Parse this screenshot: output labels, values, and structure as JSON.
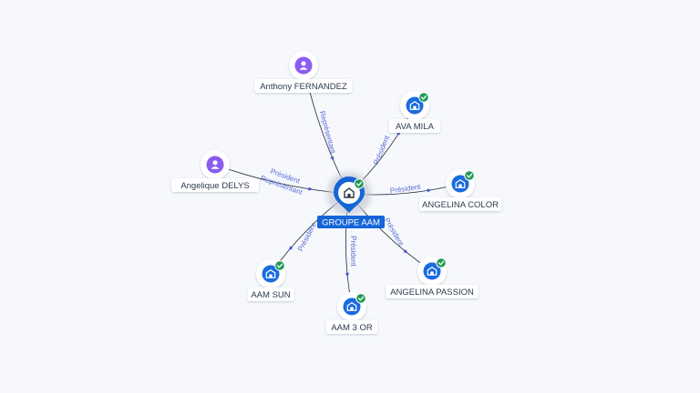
{
  "center": {
    "label": "GROUPE AAM",
    "icon": "building-icon",
    "verified": true
  },
  "nodes": [
    {
      "id": "anthony",
      "label": "Anthony FERNANDEZ",
      "type": "person",
      "icon": "person-icon"
    },
    {
      "id": "angelique",
      "label": "Angelique DELYS",
      "type": "person",
      "icon": "person-icon"
    },
    {
      "id": "ava",
      "label": "AVA MILA",
      "type": "company",
      "icon": "building-icon",
      "verified": true
    },
    {
      "id": "color",
      "label": "ANGELINA COLOR",
      "type": "company",
      "icon": "building-icon",
      "verified": true
    },
    {
      "id": "passion",
      "label": "ANGELINA PASSION",
      "type": "company",
      "icon": "building-icon",
      "verified": true
    },
    {
      "id": "or",
      "label": "AAM 3 OR",
      "type": "company",
      "icon": "building-icon",
      "verified": true
    },
    {
      "id": "sun",
      "label": "AAM SUN",
      "type": "company",
      "icon": "building-icon",
      "verified": true
    }
  ],
  "edges": [
    {
      "from": "anthony",
      "to": "center",
      "labels": [
        "Représentant"
      ]
    },
    {
      "from": "angelique",
      "to": "center",
      "labels": [
        "Président",
        "Représentant"
      ]
    },
    {
      "from": "center",
      "to": "ava",
      "labels": [
        "Président"
      ]
    },
    {
      "from": "center",
      "to": "color",
      "labels": [
        "Président"
      ]
    },
    {
      "from": "center",
      "to": "passion",
      "labels": [
        "Président"
      ]
    },
    {
      "from": "center",
      "to": "or",
      "labels": [
        "Président"
      ]
    },
    {
      "from": "center",
      "to": "sun",
      "labels": [
        "Président"
      ]
    }
  ],
  "colors": {
    "person": "#8a5cf0",
    "company": "#1a6ae0",
    "check": "#1f9a55",
    "center": "#1565d8",
    "edge": "#1e2a3b",
    "edge_label": "#5b6bd6"
  }
}
